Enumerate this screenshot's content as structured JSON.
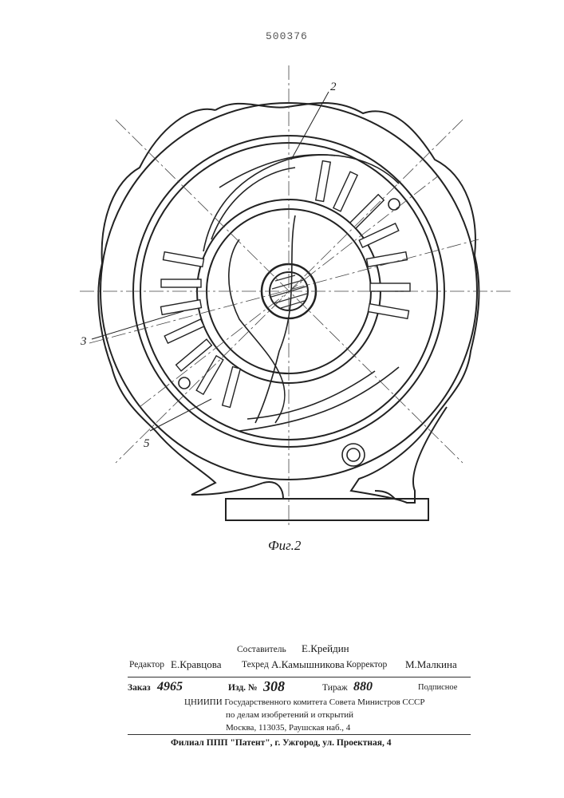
{
  "header": {
    "patent_number": "500376"
  },
  "figure": {
    "caption": "Фиг.2",
    "labels": {
      "l2": "2",
      "l3": "3",
      "l5": "5"
    }
  },
  "imprint": {
    "compiler_label": "Составитель",
    "compiler_name": "Е.Крейдин",
    "editor_label": "Редактор",
    "editor_name": "Е.Кравцова",
    "techred_label": "Техред",
    "techred_name": "А.Камышникова",
    "corrector_label": "Корректор",
    "corrector_name": "М.Малкина",
    "order_label": "Заказ",
    "order_value": "4965",
    "izd_label": "Изд. №",
    "izd_value": "308",
    "tirazh_label": "Тираж",
    "tirazh_value": "880",
    "signed": "Подписное",
    "org_line1": "ЦНИИПИ Государственного комитета Совета Министров СССР",
    "org_line2": "по делам изобретений и открытий",
    "org_line3": "Москва, 113035, Раушская наб., 4",
    "branch": "Филиал ППП \"Патент\", г. Ужгород, ул. Проектная, 4"
  }
}
